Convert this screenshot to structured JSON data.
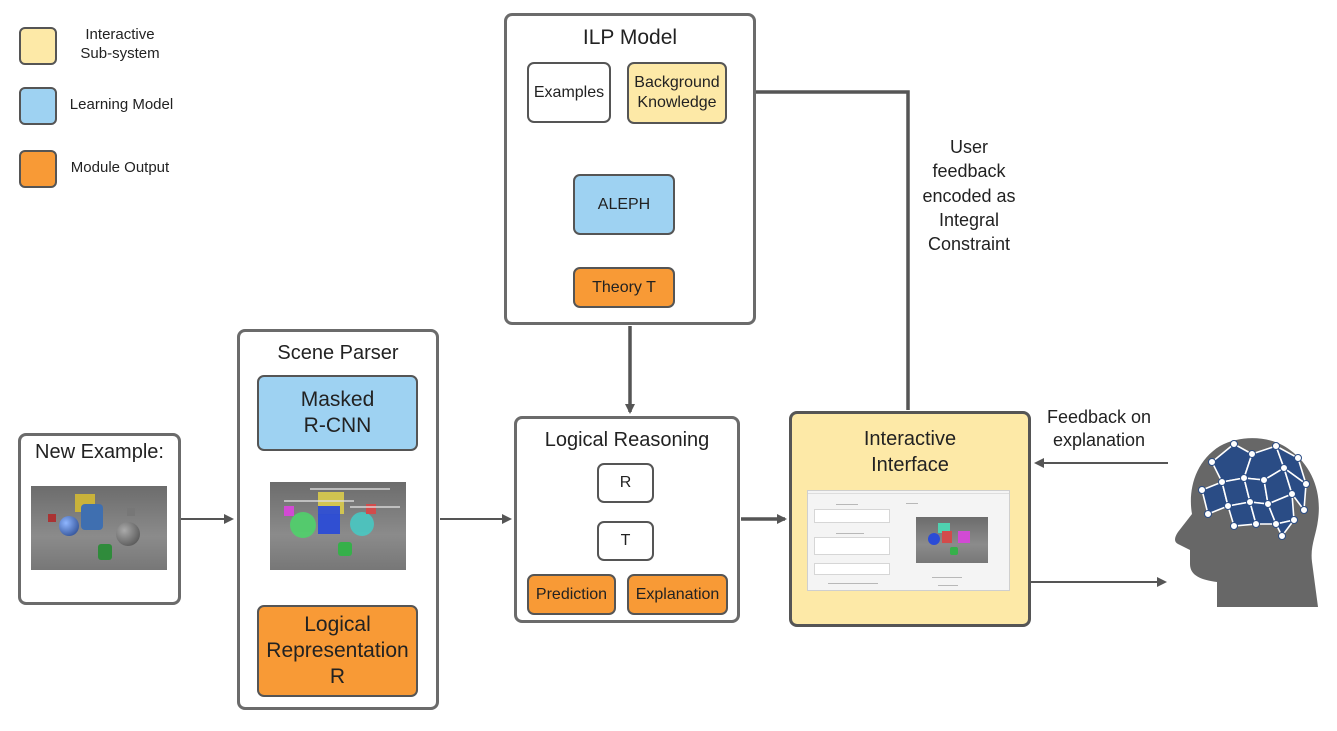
{
  "legend": {
    "items": [
      {
        "label": "Interactive\nSub-system",
        "color": "#fde9a7"
      },
      {
        "label": "Learning Model",
        "color": "#9ed2f2"
      },
      {
        "label": "Module Output",
        "color": "#f89a36"
      }
    ]
  },
  "ilp_model": {
    "title": "ILP Model",
    "examples": "Examples",
    "background_knowledge": "Background\nKnowledge",
    "aleph": "ALEPH",
    "theory": "Theory T"
  },
  "new_example": {
    "title": "New Example:"
  },
  "scene_parser": {
    "title": "Scene Parser",
    "model": "Masked\nR-CNN",
    "output": "Logical\nRepresentation\nR"
  },
  "logical_reasoning": {
    "title": "Logical Reasoning",
    "r": "R",
    "t": "T",
    "prediction": "Prediction",
    "explanation": "Explanation"
  },
  "interactive_interface": {
    "title": "Interactive\nInterface"
  },
  "annotations": {
    "user_feedback": "User\nfeedback\nencoded as\nIntegral\nConstraint",
    "feedback_on_explanation": "Feedback on\nexplanation"
  },
  "colors": {
    "interactive": "#fde9a7",
    "learning": "#9ed2f2",
    "output": "#f89a36",
    "border": "#555555"
  },
  "icons": {
    "head": "head-with-brain-network-icon"
  }
}
